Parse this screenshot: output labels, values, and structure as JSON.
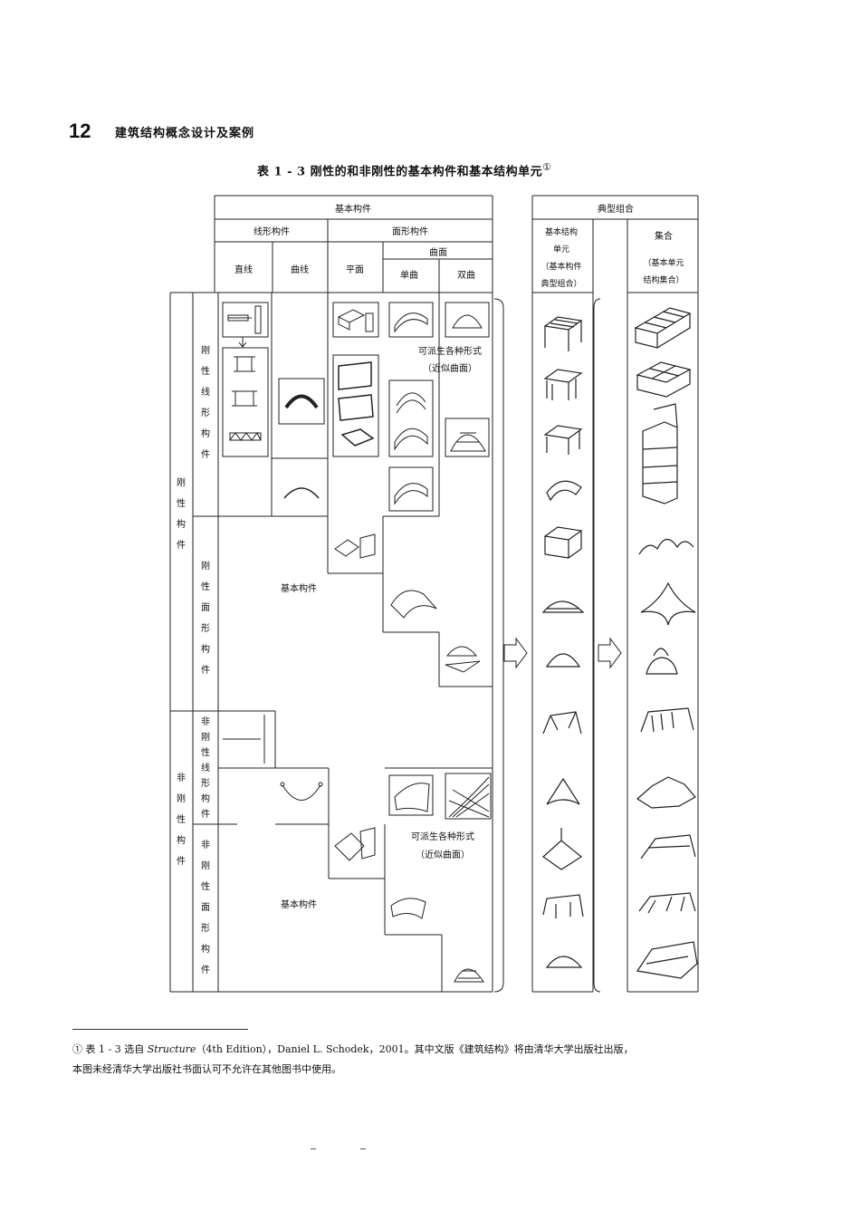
{
  "page": {
    "number": "12",
    "running_title": "建筑结构概念设计及案例"
  },
  "table": {
    "title": "表 1 - 3   刚性的和非刚性的基本构件和基本结构单元",
    "title_mark": "①",
    "header": {
      "basic_members": "基本构件",
      "linear": "线形构件",
      "planar": "面形构件",
      "curved_surface": "曲面",
      "straight": "直线",
      "curve": "曲线",
      "flat": "平面",
      "single_curve": "单曲",
      "double_curve": "双曲",
      "typical_combo": "典型组合",
      "unit_lines": [
        "基本结构",
        "单元",
        "（基本构件",
        "典型组合）"
      ],
      "set_title": "集合",
      "set_lines": [
        "（基本单元",
        "结构集合）"
      ]
    },
    "rows": {
      "rigid_members": "刚性构件",
      "rigid_linear": "刚性线形构件",
      "rigid_planar": "刚性面形构件",
      "nonrigid_members": "非刚性构件",
      "nonrigid_linear": "非刚性线形构件",
      "nonrigid_planar": "非刚性面形构件"
    },
    "notes": {
      "derive_1": "可派生各种形式",
      "approx_1": "（近似曲面）",
      "derive_2": "可派生各种形式",
      "approx_2": "（近似曲面）",
      "basic_1": "基本构件",
      "basic_2": "基本构件"
    }
  },
  "footnote": {
    "line1_prefix": "①  表 1 - 3 选自 ",
    "line1_book": "Structure",
    "line1_rest": "（4th Edition），Daniel L. Schodek，2001。其中文版《建筑结构》将由清华大学出版社出版，",
    "line2": "本图未经清华大学出版社书面认可不允许在其他图书中使用。"
  }
}
